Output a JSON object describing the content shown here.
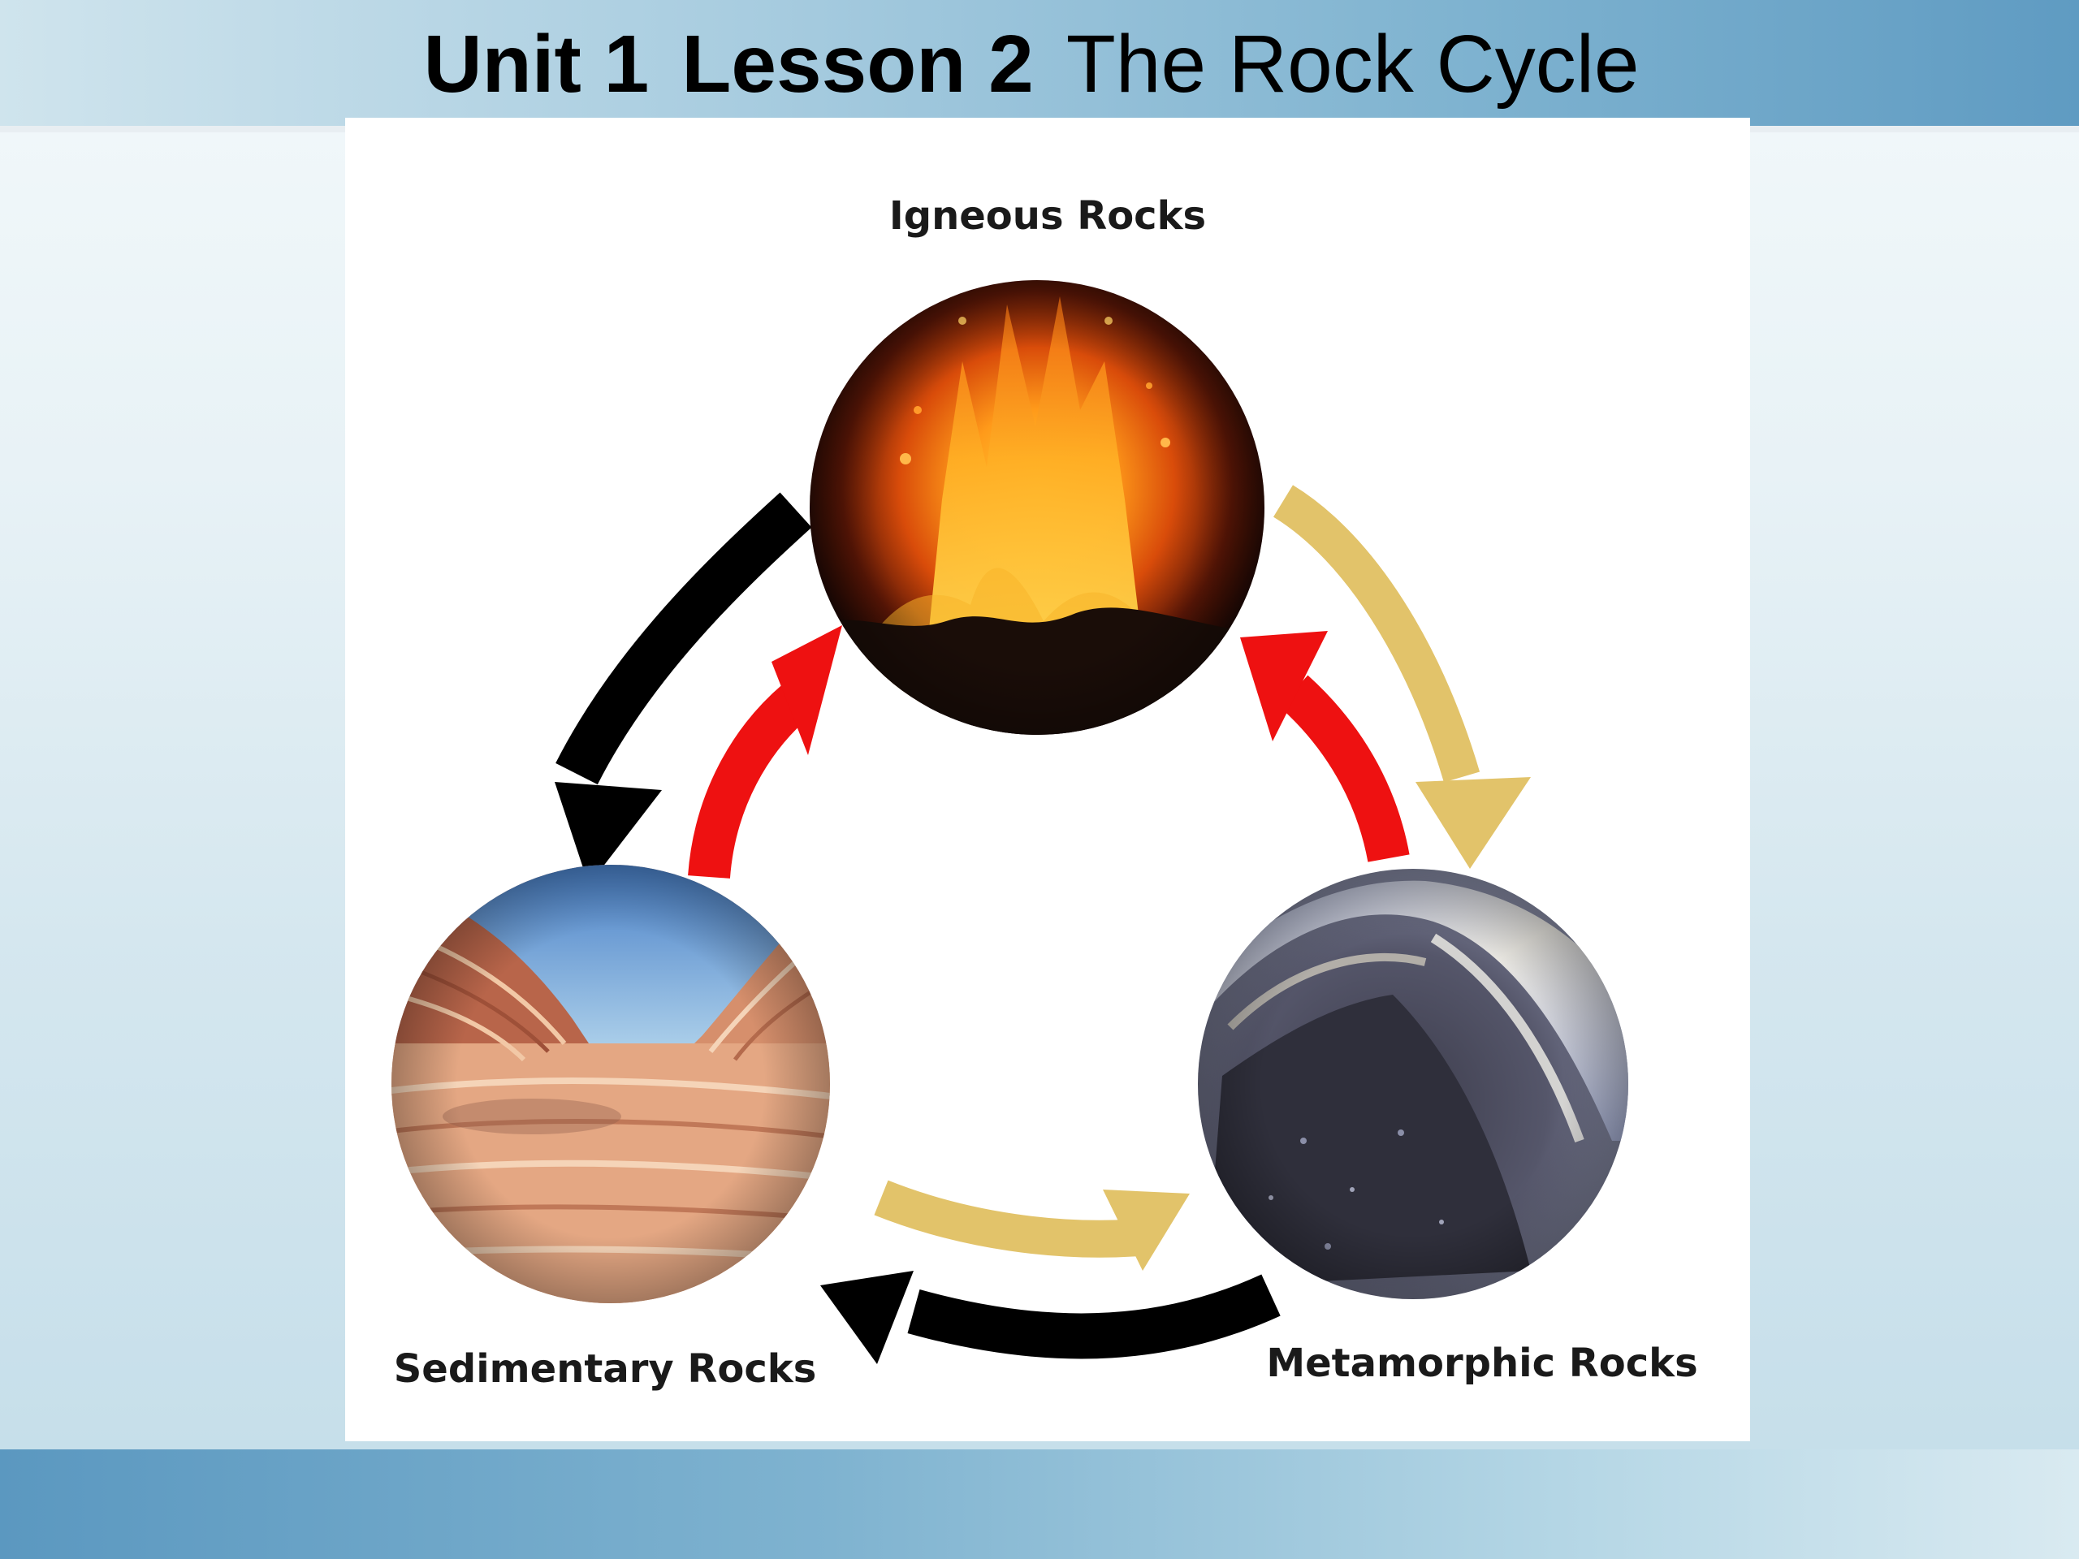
{
  "slide": {
    "title_unit": "Unit 1",
    "title_lesson": "Lesson 2",
    "title_topic": "The Rock Cycle"
  },
  "diagram": {
    "nodes": [
      {
        "id": "igneous",
        "label": "Igneous Rocks",
        "image": "erupting-lava"
      },
      {
        "id": "sedimentary",
        "label": "Sedimentary Rocks",
        "image": "layered-sandstone-canyon"
      },
      {
        "id": "metamorphic",
        "label": "Metamorphic Rocks",
        "image": "banded-gneiss"
      }
    ],
    "arrows": [
      {
        "from": "igneous",
        "to": "sedimentary",
        "color": "#000000"
      },
      {
        "from": "sedimentary",
        "to": "igneous",
        "color": "#ee1111"
      },
      {
        "from": "igneous",
        "to": "metamorphic",
        "color": "#e2c36a"
      },
      {
        "from": "metamorphic",
        "to": "igneous",
        "color": "#ee1111"
      },
      {
        "from": "sedimentary",
        "to": "metamorphic",
        "color": "#e2c36a"
      },
      {
        "from": "metamorphic",
        "to": "sedimentary",
        "color": "#000000"
      }
    ]
  },
  "colors": {
    "header_dark": "#5f9bc2",
    "header_light": "#cfe4ed",
    "background": "#e8f2f6"
  }
}
